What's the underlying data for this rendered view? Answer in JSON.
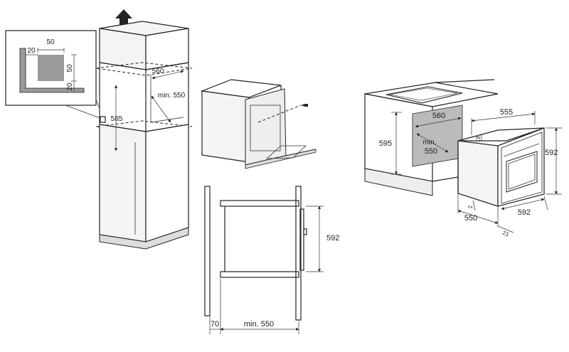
{
  "detail": {
    "d_top": "50",
    "d_left": "20",
    "d_right": "50",
    "d_bottom": "20"
  },
  "tall_cabinet": {
    "width": "560",
    "depth": "min. 550",
    "height": "585"
  },
  "side_section": {
    "height": "592",
    "gap": "70",
    "depth": "min. 550"
  },
  "base_cabinet": {
    "width": "560",
    "depth_min_line1": "min.",
    "depth_min_line2": "550",
    "height": "595"
  },
  "oven": {
    "depth_top": "555",
    "height": "592",
    "width": "592",
    "depth": "550",
    "d_small_a": "19",
    "d_small_b": "2",
    "d_small_c": "21"
  }
}
